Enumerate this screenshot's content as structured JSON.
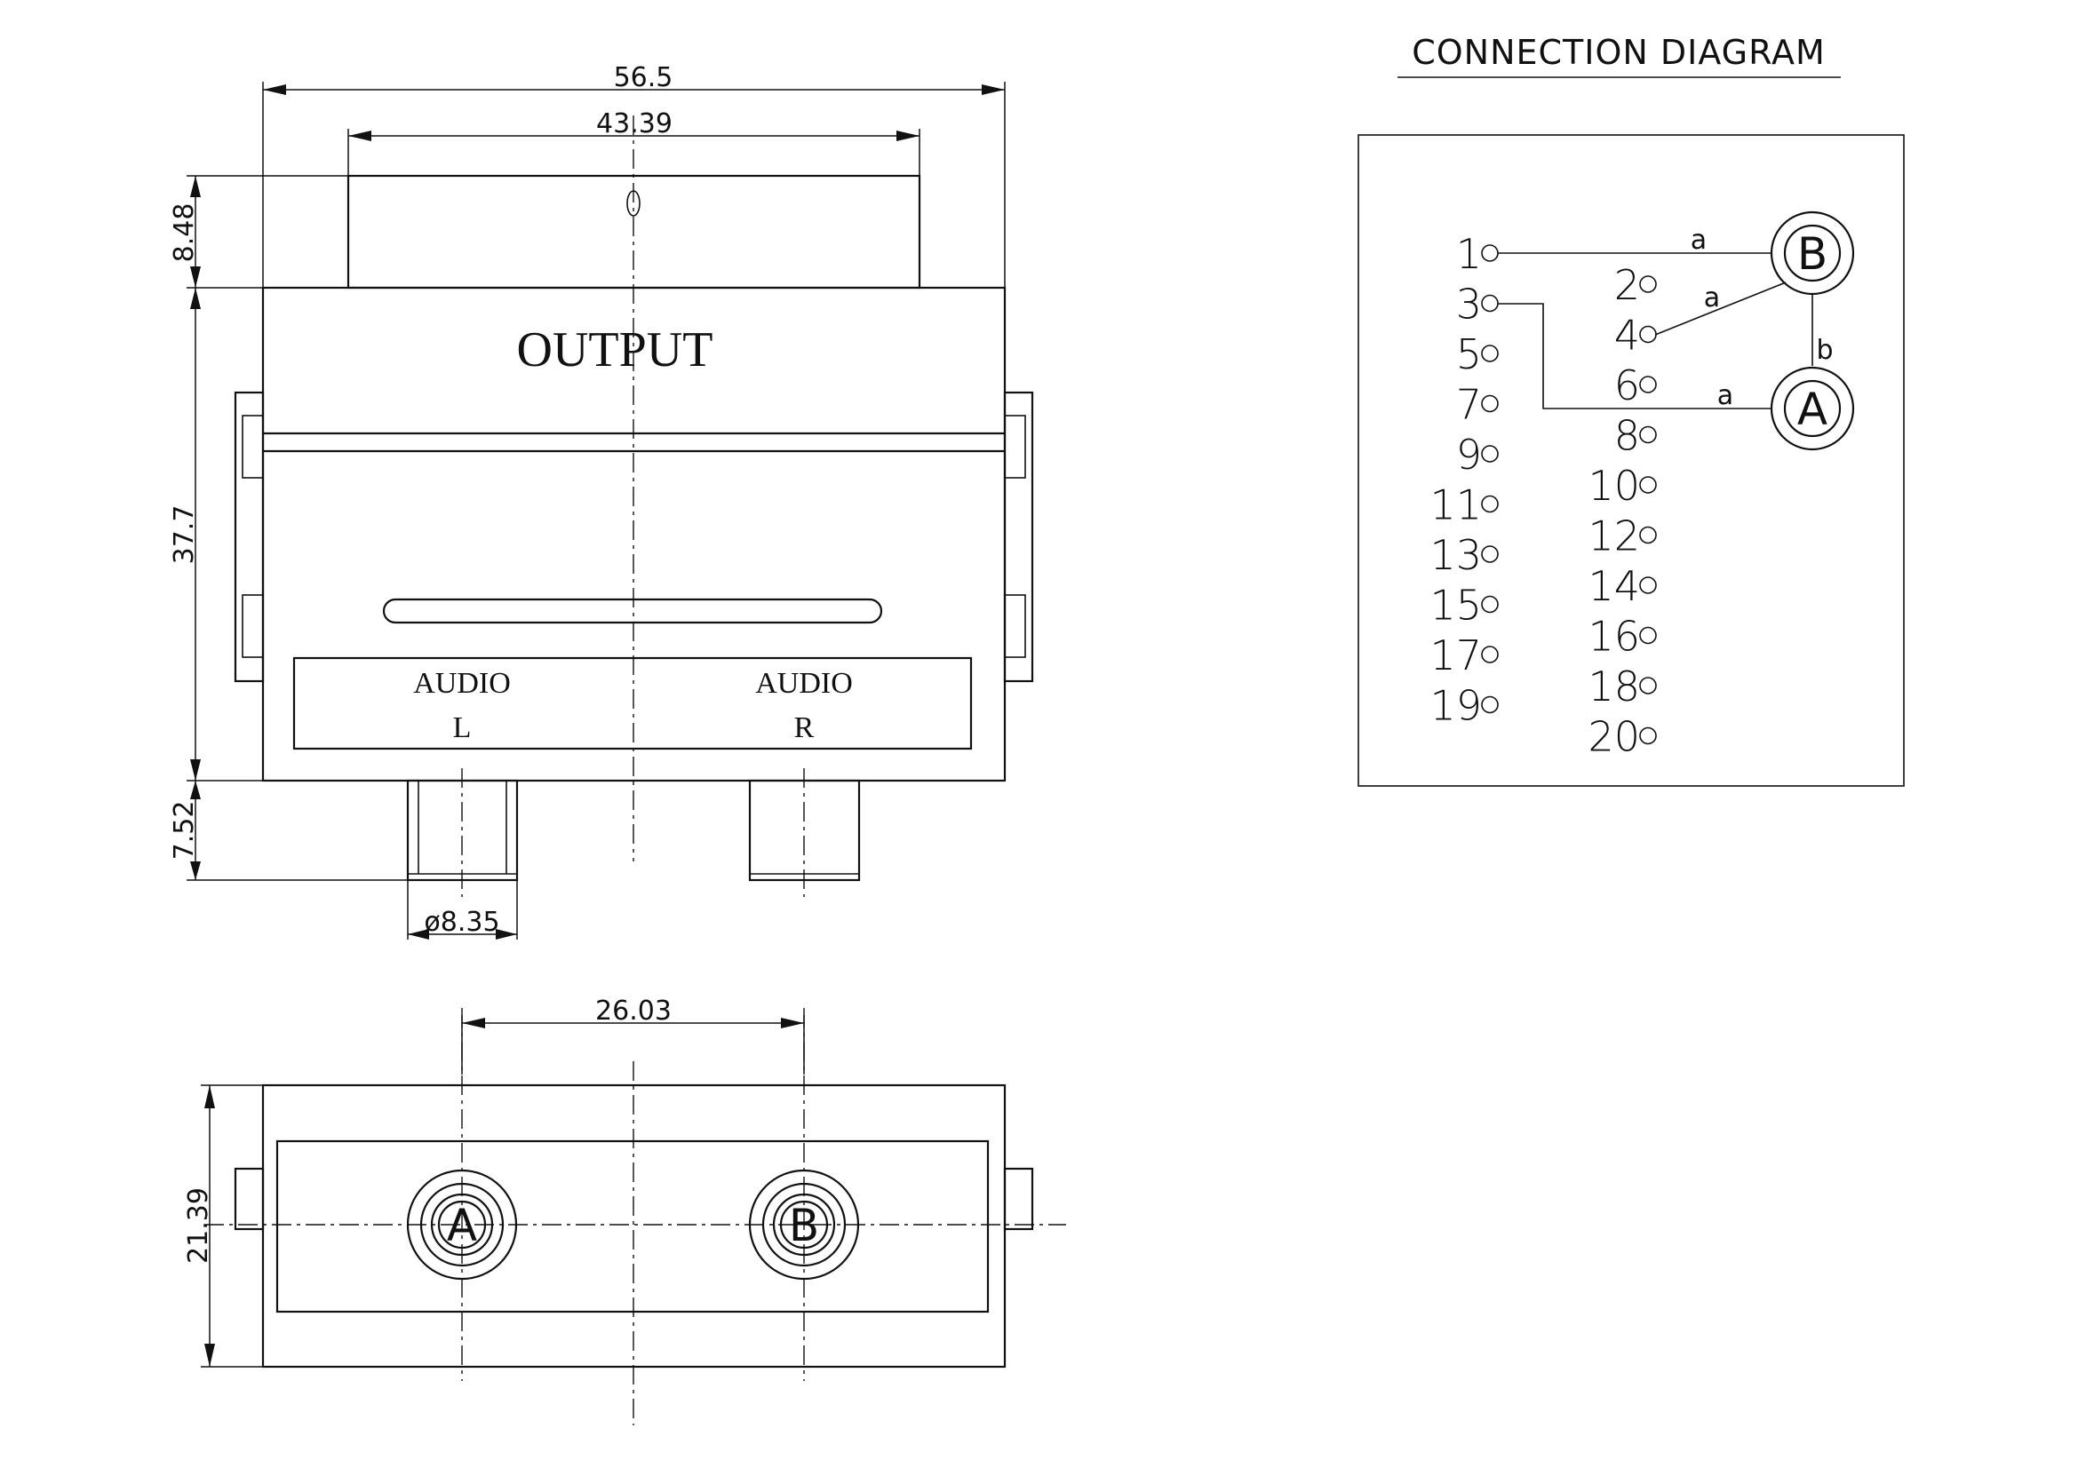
{
  "labels": {
    "output": "OUTPUT",
    "audio_left": "AUDIO",
    "audio_left_channel": "L",
    "audio_right": "AUDIO",
    "audio_right_channel": "R",
    "connection_diagram_title": "CONNECTION DIAGRAM",
    "connector_a": "A",
    "connector_b": "B",
    "bottom_jack_a": "A",
    "bottom_jack_b": "B"
  },
  "dimensions": {
    "overall_width": "56.5",
    "top_width": "43.39",
    "top_height": "8.48",
    "body_height": "37.7",
    "jack_length": "7.52",
    "jack_diameter": "ø8.35",
    "jack_spacing": "26.03",
    "depth": "21.39"
  },
  "pins": {
    "left": [
      "1",
      "3",
      "5",
      "7",
      "9",
      "11",
      "13",
      "15",
      "17",
      "19"
    ],
    "right": [
      "2",
      "4",
      "6",
      "8",
      "10",
      "12",
      "14",
      "16",
      "18",
      "20"
    ]
  },
  "wires": {
    "pin1_to_b": "a",
    "pin4_to_b": "a",
    "b_to_a": "b",
    "pin3_to_a": "a"
  }
}
